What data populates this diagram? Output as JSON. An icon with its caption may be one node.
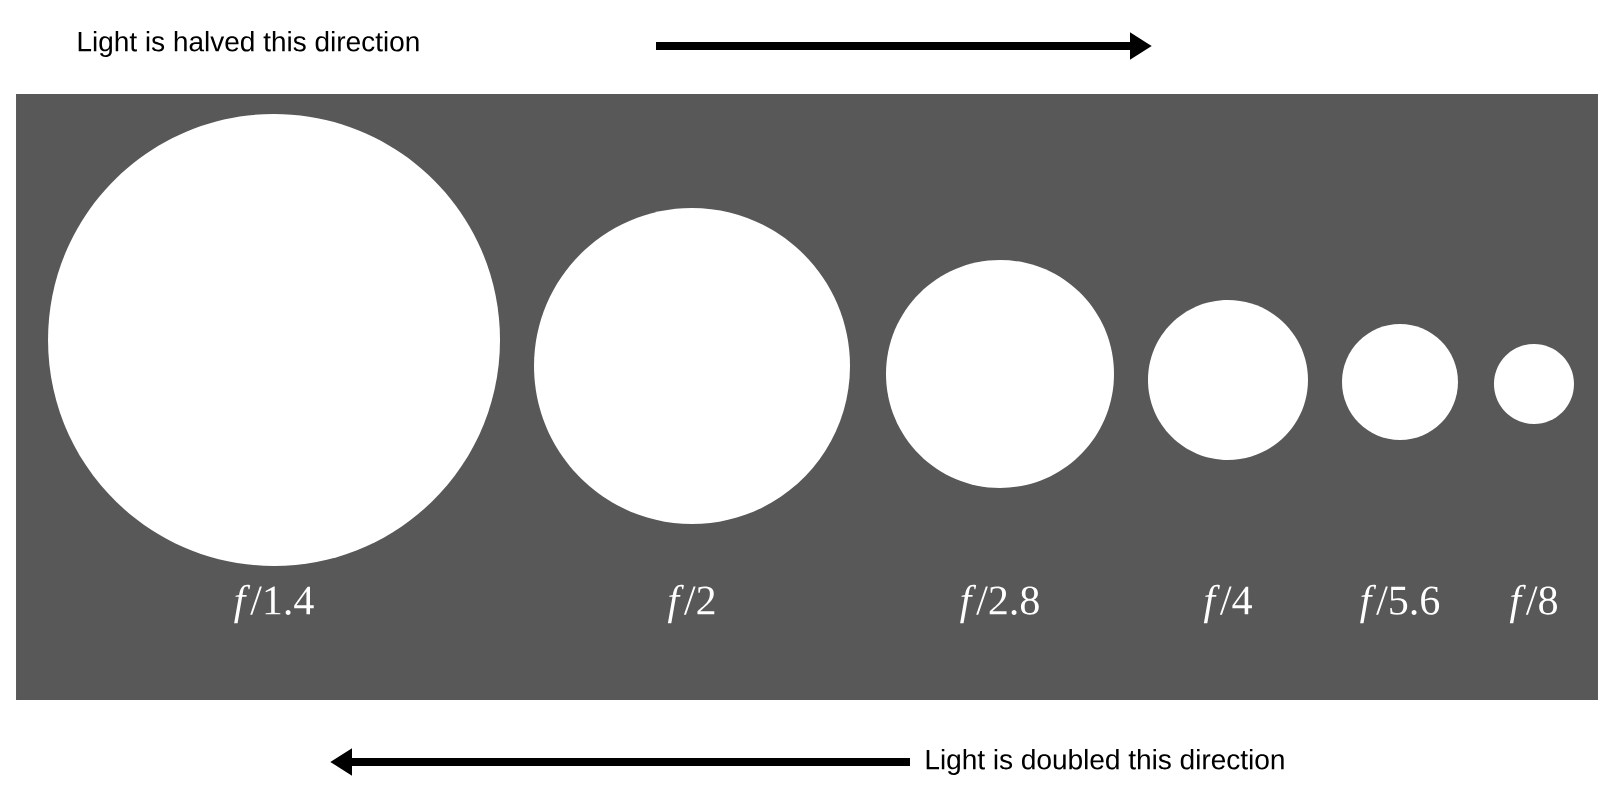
{
  "diagram": {
    "nodes": [
      {
        "text": [],
        "shape": "circle",
        "beside": [
          "*f*/1.4"
        ]
      },
      {
        "text": [],
        "shape": "circle",
        "beside": [
          "*f*/2"
        ]
      },
      {
        "text": [],
        "shape": "circle",
        "beside": [
          "*f*/2.8"
        ]
      },
      {
        "text": [],
        "shape": "circle",
        "beside": [
          "*f*/4"
        ]
      },
      {
        "text": [],
        "shape": "circle",
        "beside": [
          "*f*/5.6"
        ]
      },
      {
        "text": [],
        "shape": "circle",
        "beside": [
          "*f*/8"
        ]
      }
    ],
    "labels": [
      "Light is halved this direction",
      "Light is doubled this direction"
    ]
  }
}
